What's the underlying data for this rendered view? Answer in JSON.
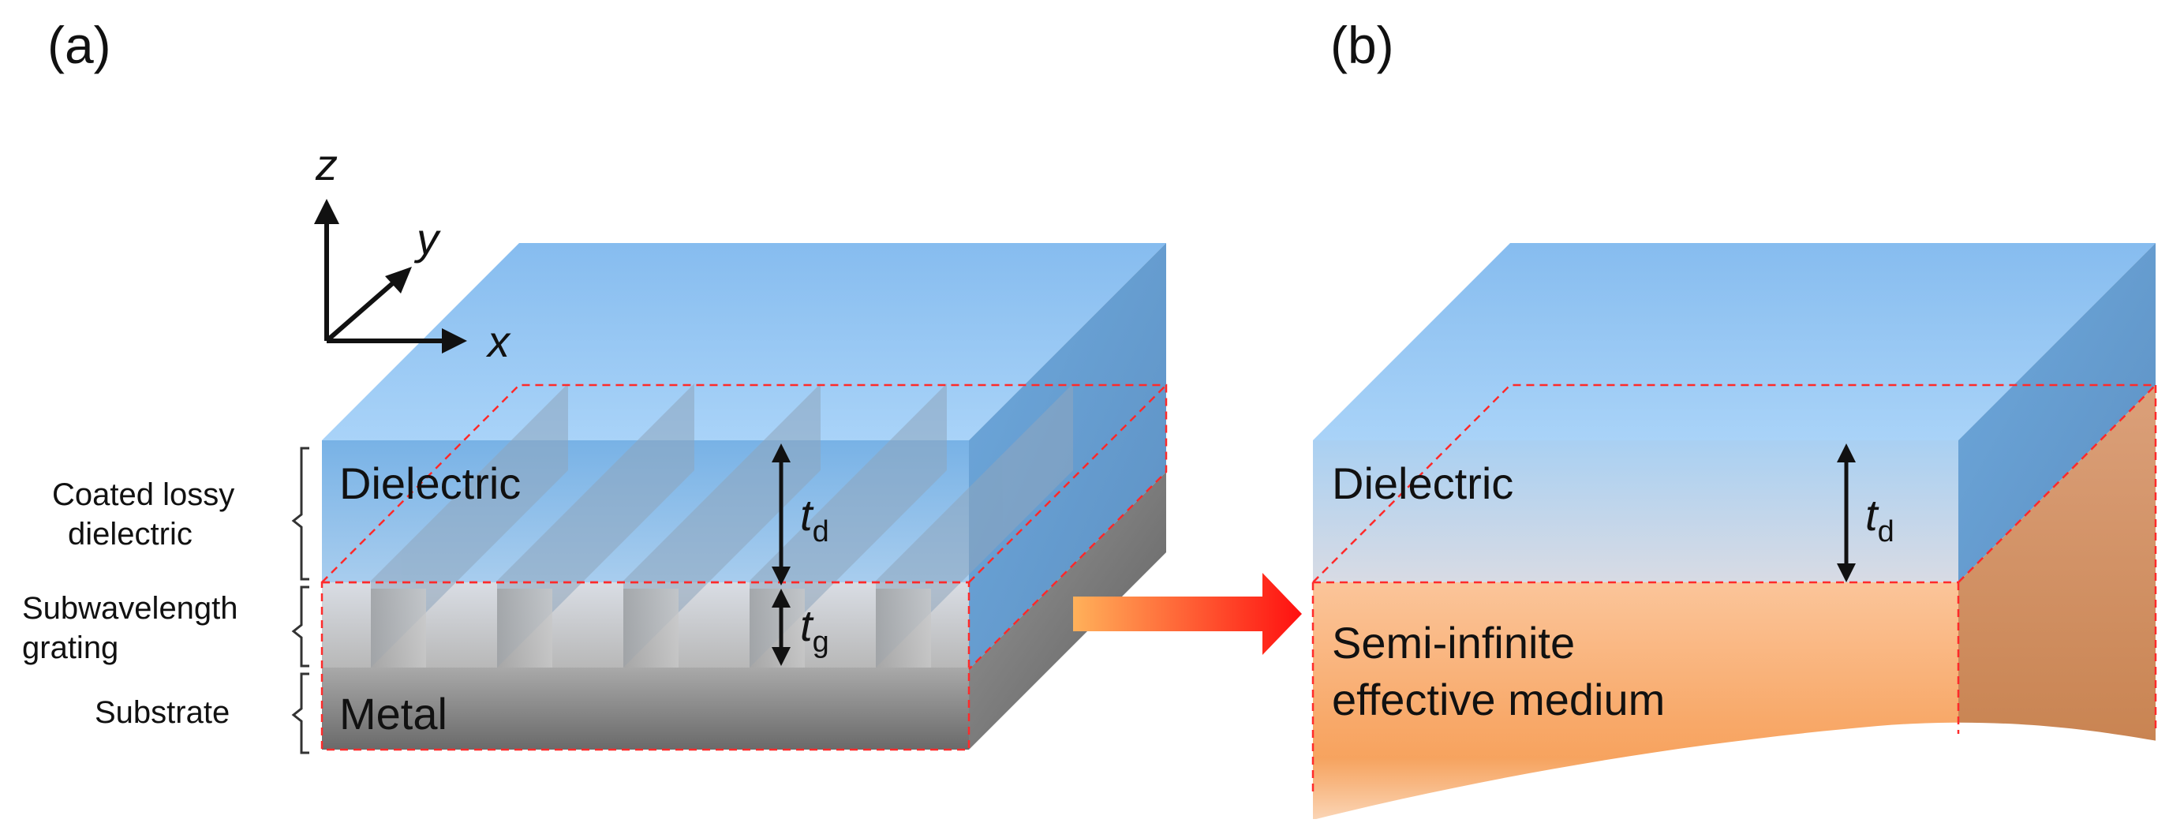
{
  "panel_a": {
    "label": "(a)",
    "axes": {
      "z": "z",
      "y": "y",
      "x": "x"
    },
    "layers": {
      "dielectric": "Dielectric",
      "metal": "Metal"
    },
    "side_labels": {
      "coated_line1": "Coated lossy",
      "coated_line2": "dielectric",
      "grating_line1": "Subwavelength",
      "grating_line2": "grating",
      "substrate": "Substrate"
    },
    "td": {
      "symbol": "t",
      "subscript": "d"
    },
    "tg": {
      "symbol": "t",
      "subscript": "g"
    }
  },
  "panel_b": {
    "label": "(b)",
    "dielectric": "Dielectric",
    "medium_line1": "Semi-infinite",
    "medium_line2": "effective medium",
    "td": {
      "symbol": "t",
      "subscript": "d"
    }
  },
  "colors": {
    "dielectric_top": "#8fc4f2",
    "dielectric_front": "#7db6e8",
    "metal": "#8a8a8a",
    "medium": "#f6a25a",
    "dashed": "#ff2a2a",
    "arrow": "#ff1a1a"
  }
}
